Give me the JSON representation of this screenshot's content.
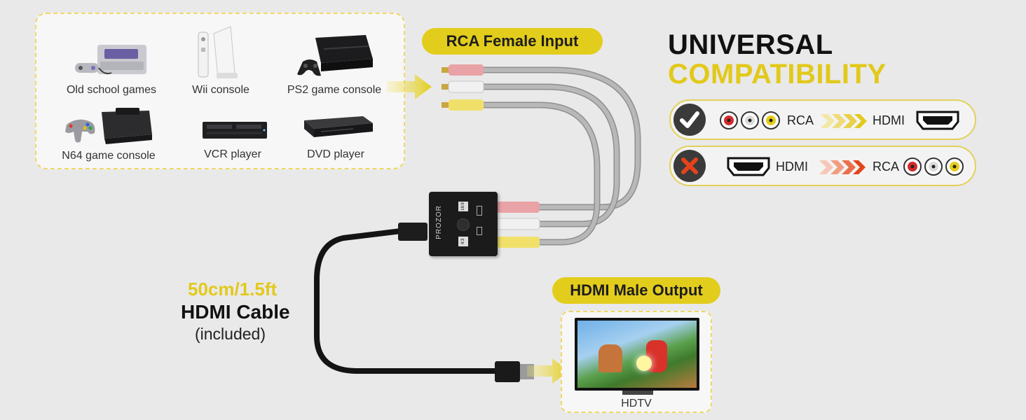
{
  "devices": [
    {
      "label": "Old school games",
      "icon": "snes-console-icon"
    },
    {
      "label": "Wii console",
      "icon": "wii-console-icon"
    },
    {
      "label": "PS2 game console",
      "icon": "ps2-console-icon"
    },
    {
      "label": "N64 game console",
      "icon": "n64-console-icon"
    },
    {
      "label": "VCR player",
      "icon": "vcr-player-icon"
    },
    {
      "label": "DVD player",
      "icon": "dvd-player-icon"
    }
  ],
  "input_label": "RCA Female Input",
  "output_label": "HDMI Male Output",
  "title": {
    "line1": "UNIVERSAL",
    "line2": "COMPATIBILITY"
  },
  "compat": [
    {
      "status": "supported",
      "icon": "checkmark-icon",
      "from": "RCA",
      "to": "HDMI"
    },
    {
      "status": "unsupported",
      "icon": "x-mark-icon",
      "from": "HDMI",
      "to": "RCA"
    }
  ],
  "cable": {
    "length": "50cm/1.5ft",
    "name": "HDMI Cable",
    "note": "(included)"
  },
  "converter": {
    "brand": "PROZOR",
    "mode_a": "16:9",
    "mode_b": "4:3"
  },
  "tv_label": "HDTV",
  "colors": {
    "accent_yellow": "#e3cd1c",
    "rca_red": "#d42a2a",
    "rca_white": "#e6e6e6",
    "rca_yellow": "#e6cc1a",
    "arrow_red": "#e4431c",
    "cable_gray": "#a6a6a6"
  }
}
